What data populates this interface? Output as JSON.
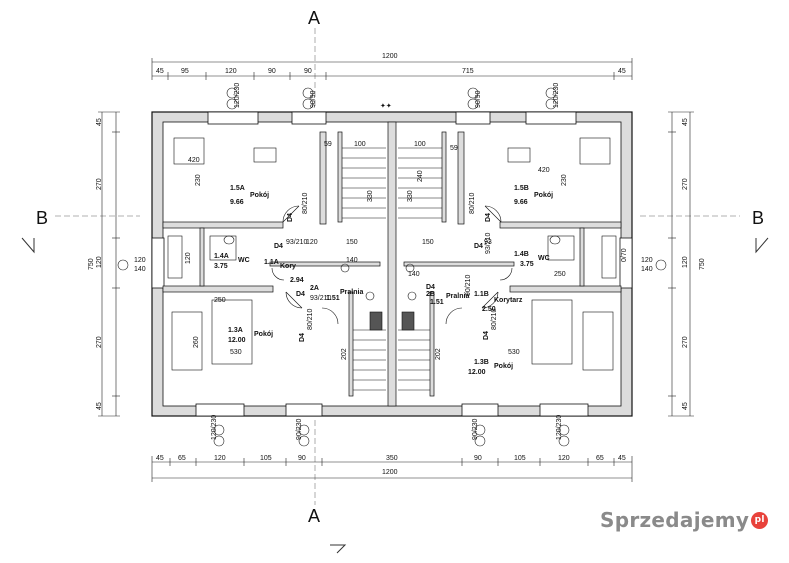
{
  "section_marks": {
    "a": "A",
    "b": "B"
  },
  "dims": {
    "total_width": "1200",
    "top_segments": [
      "45",
      "95",
      "120",
      "90",
      "90",
      "715",
      "45"
    ],
    "bottom_segments": [
      "45",
      "65",
      "120",
      "105",
      "90",
      "350",
      "90",
      "105",
      "120",
      "65",
      "45"
    ],
    "left_segments": [
      "45",
      "270",
      "120",
      "270",
      "45"
    ],
    "left_total": "750",
    "right_segments": [
      "45",
      "270",
      "120",
      "270",
      "45"
    ],
    "right_total": "750",
    "window_tags": [
      "120/230",
      "90/90",
      "90/90",
      "120/230"
    ],
    "window_tags_bottom": [
      "120/230",
      "90/230",
      "90/230",
      "120/230"
    ],
    "side_window_left": [
      "120",
      "140"
    ],
    "side_window_right": [
      "120",
      "140"
    ],
    "side_window_tag": "0/70",
    "interior": [
      "420",
      "230",
      "420",
      "230",
      "59",
      "100",
      "330",
      "240",
      "330",
      "93",
      "120",
      "150",
      "150",
      "140",
      "250",
      "140",
      "250",
      "530",
      "260",
      "530",
      "202",
      "202",
      "59",
      "100",
      "120"
    ]
  },
  "rooms": [
    {
      "id": "1.5A",
      "name": "Pokój",
      "area": "9.66"
    },
    {
      "id": "1.5B",
      "name": "Pokój",
      "area": "9.66"
    },
    {
      "id": "1.4A",
      "name": "WC",
      "area": "3.75"
    },
    {
      "id": "1.4B",
      "name": "WC",
      "area": "3.75"
    },
    {
      "id": "1.1A",
      "name": "Kory",
      "area": "2.94"
    },
    {
      "id": "2A",
      "name": "Pralnia",
      "area": "1.51"
    },
    {
      "id": "2B",
      "name": "Pralnia",
      "area": "1.51"
    },
    {
      "id": "1.1B",
      "name": "Korytarz",
      "area": "2.50"
    },
    {
      "id": "1.3A",
      "name": "Pokój",
      "area": "12.00"
    },
    {
      "id": "1.3B",
      "name": "Pokój",
      "area": "12.00"
    }
  ],
  "doors": [
    "D4",
    "D4",
    "D4",
    "D4",
    "D4",
    "D4",
    "D4",
    "D4"
  ],
  "door_sizes": [
    "80/210",
    "80/210",
    "93/210",
    "93/210",
    "93/210",
    "80/210",
    "80/210",
    "90/210"
  ],
  "brand": {
    "name": "Sprzedajemy",
    "badge": "pl"
  }
}
